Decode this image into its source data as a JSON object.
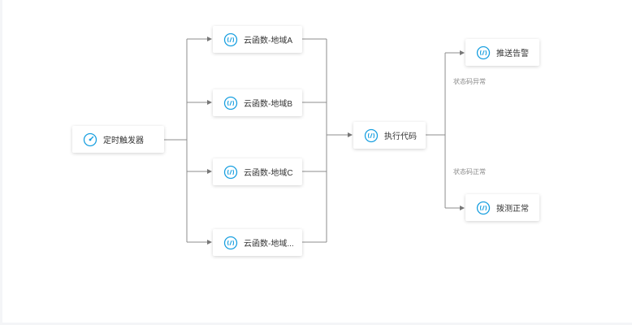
{
  "accent_color": "#1aa0e0",
  "nodes": {
    "trigger": {
      "label": "定时触发器",
      "icon": "timer-icon"
    },
    "func_a": {
      "label": "云函数-地域A",
      "icon": "function-icon"
    },
    "func_b": {
      "label": "云函数-地域B",
      "icon": "function-icon"
    },
    "func_c": {
      "label": "云函数-地域C",
      "icon": "function-icon"
    },
    "func_d": {
      "label": "云函数-地域...",
      "icon": "function-icon"
    },
    "exec": {
      "label": "执行代码",
      "icon": "function-icon"
    },
    "alert": {
      "label": "推送告警",
      "icon": "function-icon"
    },
    "normal": {
      "label": "拨测正常",
      "icon": "function-icon"
    }
  },
  "edge_labels": {
    "abnormal": "状态码异常",
    "normal": "状态码正常"
  }
}
